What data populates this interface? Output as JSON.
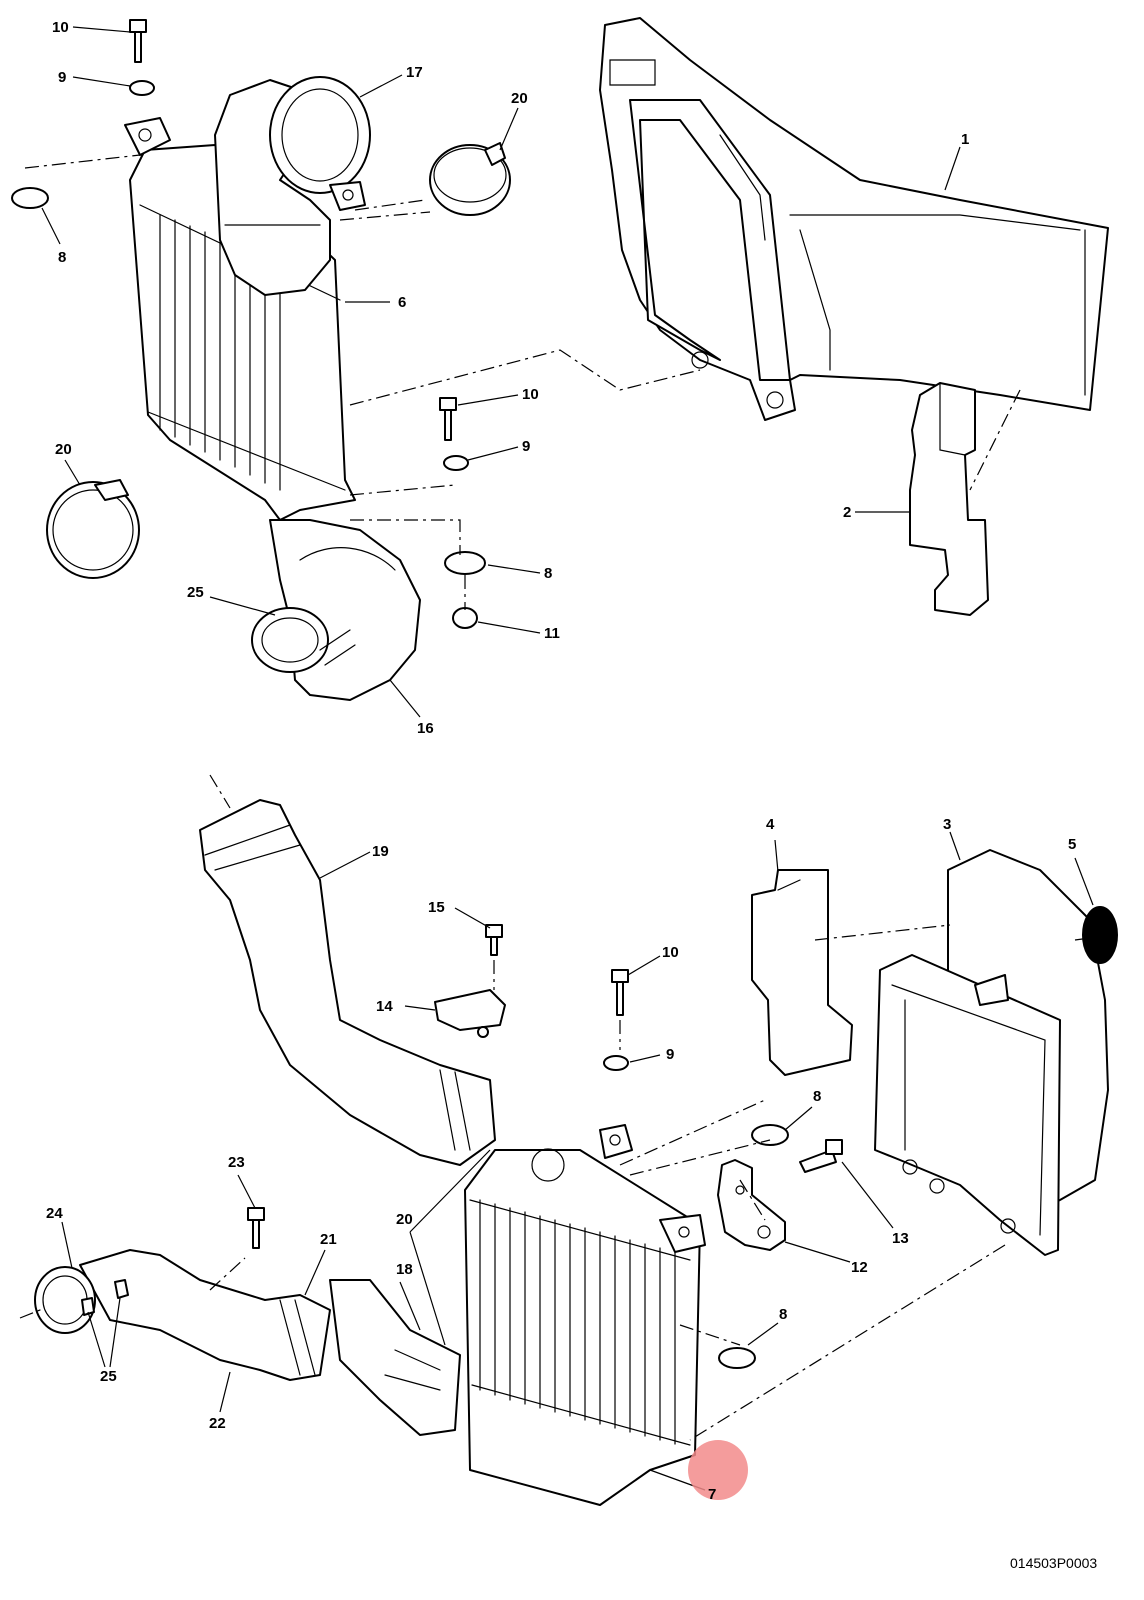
{
  "diagram": {
    "callouts": [
      {
        "id": "c-10a",
        "label": "10"
      },
      {
        "id": "c-9a",
        "label": "9"
      },
      {
        "id": "c-8a",
        "label": "8"
      },
      {
        "id": "c-17",
        "label": "17"
      },
      {
        "id": "c-20a",
        "label": "20"
      },
      {
        "id": "c-1",
        "label": "1"
      },
      {
        "id": "c-6",
        "label": "6"
      },
      {
        "id": "c-10b",
        "label": "10"
      },
      {
        "id": "c-9b",
        "label": "9"
      },
      {
        "id": "c-20b",
        "label": "20"
      },
      {
        "id": "c-2",
        "label": "2"
      },
      {
        "id": "c-8b",
        "label": "8"
      },
      {
        "id": "c-25a",
        "label": "25"
      },
      {
        "id": "c-11",
        "label": "11"
      },
      {
        "id": "c-16",
        "label": "16"
      },
      {
        "id": "c-4",
        "label": "4"
      },
      {
        "id": "c-3",
        "label": "3"
      },
      {
        "id": "c-5",
        "label": "5"
      },
      {
        "id": "c-19",
        "label": "19"
      },
      {
        "id": "c-15",
        "label": "15"
      },
      {
        "id": "c-10c",
        "label": "10"
      },
      {
        "id": "c-14",
        "label": "14"
      },
      {
        "id": "c-9c",
        "label": "9"
      },
      {
        "id": "c-8c",
        "label": "8"
      },
      {
        "id": "c-13",
        "label": "13"
      },
      {
        "id": "c-23",
        "label": "23"
      },
      {
        "id": "c-12",
        "label": "12"
      },
      {
        "id": "c-24",
        "label": "24"
      },
      {
        "id": "c-20c",
        "label": "20"
      },
      {
        "id": "c-21",
        "label": "21"
      },
      {
        "id": "c-18",
        "label": "18"
      },
      {
        "id": "c-8d",
        "label": "8"
      },
      {
        "id": "c-25b",
        "label": "25"
      },
      {
        "id": "c-22",
        "label": "22"
      },
      {
        "id": "c-7",
        "label": "7"
      }
    ],
    "reference_code": "014503P0003",
    "highlight_color": "#f28b8b"
  }
}
